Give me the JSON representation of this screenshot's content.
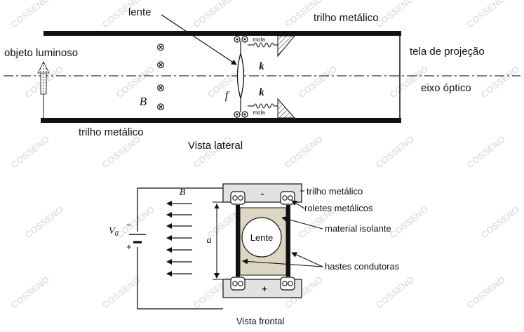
{
  "side_view": {
    "lens_label": "lente",
    "top_rail_label": "trilho metálico",
    "bottom_rail_label": "trilho metálico",
    "object_label": "objeto luminoso",
    "screen_label": "tela de projeção",
    "axis_label": "eixo óptico",
    "field_label": "B",
    "spring_label_top": "mola",
    "spring_label_bottom": "mola",
    "spring_constant_top": "k",
    "spring_constant_bottom": "k",
    "focal_label": "f",
    "caption": "Vista lateral",
    "field_symbol": "⊗"
  },
  "front_view": {
    "field_label": "B",
    "voltage_label": "V",
    "voltage_subscript": "0",
    "minus_sign": "−",
    "plus_sign": "+",
    "top_polarity": "-",
    "bottom_polarity": "+",
    "distance_label": "a",
    "lens_label": "Lente",
    "rail_label": "trilho metálico",
    "rollers_label": "roletes metálicos",
    "insulator_label": "material isolante",
    "rods_label": "hastes condutoras",
    "caption": "Vista frontal"
  },
  "watermark": "COSSENO"
}
